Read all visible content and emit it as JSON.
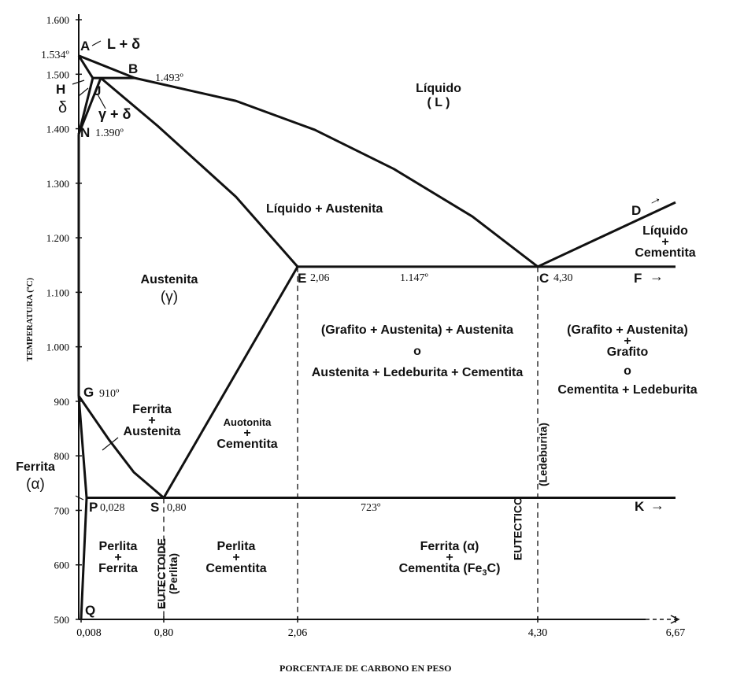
{
  "chart_data": {
    "type": "diagram",
    "xlabel": "PORCENTAJE DE CARBONO EN PESO",
    "ylabel": "TEMPERATURA (ºC)",
    "xticks": [
      "0,008",
      "0,80",
      "2,06",
      "4,30",
      "6,67"
    ],
    "yticks": [
      "1.600",
      "1.500",
      "1.400",
      "1.300",
      "1.200",
      "1.100",
      "1.000",
      "900",
      "800",
      "700",
      "600",
      "500"
    ],
    "ylim": [
      500,
      1600
    ],
    "curves": [
      {
        "name": "liquidus-AC",
        "points": [
          [
            0,
            1534
          ],
          [
            0.51,
            1493
          ],
          [
            1.48,
            1451
          ],
          [
            2.22,
            1398
          ],
          [
            2.96,
            1326
          ],
          [
            3.69,
            1239
          ],
          [
            4.3,
            1147
          ]
        ]
      },
      {
        "name": "liquidus-CD",
        "points": [
          [
            4.3,
            1147
          ],
          [
            6.67,
            1265
          ]
        ]
      },
      {
        "name": "solidus-JE",
        "points": [
          [
            0.17,
            1493
          ],
          [
            0.74,
            1405
          ],
          [
            1.48,
            1275
          ],
          [
            2.06,
            1147
          ]
        ]
      },
      {
        "name": "peritectic-HB",
        "points": [
          [
            0.09,
            1493
          ],
          [
            0.51,
            1493
          ]
        ]
      },
      {
        "name": "AH",
        "points": [
          [
            0,
            1534
          ],
          [
            0.09,
            1493
          ]
        ]
      },
      {
        "name": "NH",
        "points": [
          [
            0,
            1390
          ],
          [
            0.09,
            1493
          ]
        ]
      },
      {
        "name": "NJ",
        "points": [
          [
            0,
            1390
          ],
          [
            0.17,
            1493
          ]
        ]
      },
      {
        "name": "eutectic-ECF",
        "points": [
          [
            2.06,
            1147
          ],
          [
            6.67,
            1147
          ]
        ]
      },
      {
        "name": "GS",
        "points": [
          [
            0,
            910
          ],
          [
            0.25,
            830
          ],
          [
            0.5,
            770
          ],
          [
            0.8,
            723
          ]
        ]
      },
      {
        "name": "SE",
        "points": [
          [
            0.8,
            723
          ],
          [
            2.06,
            1147
          ]
        ]
      },
      {
        "name": "GP",
        "points": [
          [
            0,
            910
          ],
          [
            0.028,
            723
          ]
        ]
      },
      {
        "name": "PQ",
        "points": [
          [
            0.028,
            723
          ],
          [
            0.008,
            500
          ]
        ]
      },
      {
        "name": "eutectoid-PSK",
        "points": [
          [
            0.028,
            723
          ],
          [
            6.67,
            723
          ]
        ]
      },
      {
        "name": "NG-axis",
        "points": [
          [
            0,
            1390
          ],
          [
            0,
            910
          ]
        ]
      }
    ],
    "dashed": [
      [
        0.8,
        723
      ],
      [
        2.06,
        1147
      ],
      [
        4.3,
        1147
      ]
    ],
    "points": {
      "A": "A",
      "B": "B",
      "H": "H",
      "J": "J",
      "N": "N",
      "E": "E",
      "C": "C",
      "D": "D",
      "F": "F",
      "G": "G",
      "P": "P",
      "S": "S",
      "K": "K",
      "Q": "Q"
    },
    "values": {
      "A": "1.534º",
      "B": "1.493º",
      "N": "1.390º",
      "E": "2,06",
      "C": "4,30",
      "temp_eut": "1.147º",
      "G": "910º",
      "P": "0,028",
      "S": "0,80",
      "temp_eutd": "723º"
    },
    "regions": {
      "liquid1": "Líquido",
      "liquid2": "( L )",
      "l_delta": "L + δ",
      "delta": "δ",
      "gamma_delta": "γ + δ",
      "liq_aus": "Líquido + Austenita",
      "liq_cem1": "Líquido",
      "liq_cem2": "+",
      "liq_cem3": "Cementita",
      "aus1": "Austenita",
      "aus2": "(γ)",
      "mid1": "(Grafito + Austenita) + Austenita",
      "mid2": "o",
      "mid3": "Austenita + Ledeburita + Cementita",
      "right1": "(Grafito + Austenita)",
      "right2": "+",
      "right3": "Grafito",
      "right4": "o",
      "right5": "Cementita + Ledeburita",
      "fa1": "Ferrita",
      "fa2": "+",
      "fa3": "Austenita",
      "ac1": "Auotonita",
      "ac2": "+",
      "ac3": "Cementita",
      "fer1": "Ferrita",
      "fer2": "(α)",
      "pf1": "Perlita",
      "pf2": "+",
      "pf3": "Ferrita",
      "pc1": "Perlita",
      "pc2": "+",
      "pc3": "Cementita",
      "fc1": "Ferrita (α)",
      "fc2": "+",
      "fc3": "Cementita (Fe",
      "fc3sub": "3",
      "fc3end": "C)",
      "eutectoide": "EUTECTOIDE",
      "perlita": "(Perlita)",
      "eutectico": "EUTECTICO",
      "ledeburita": "(Ledeburita)"
    }
  }
}
